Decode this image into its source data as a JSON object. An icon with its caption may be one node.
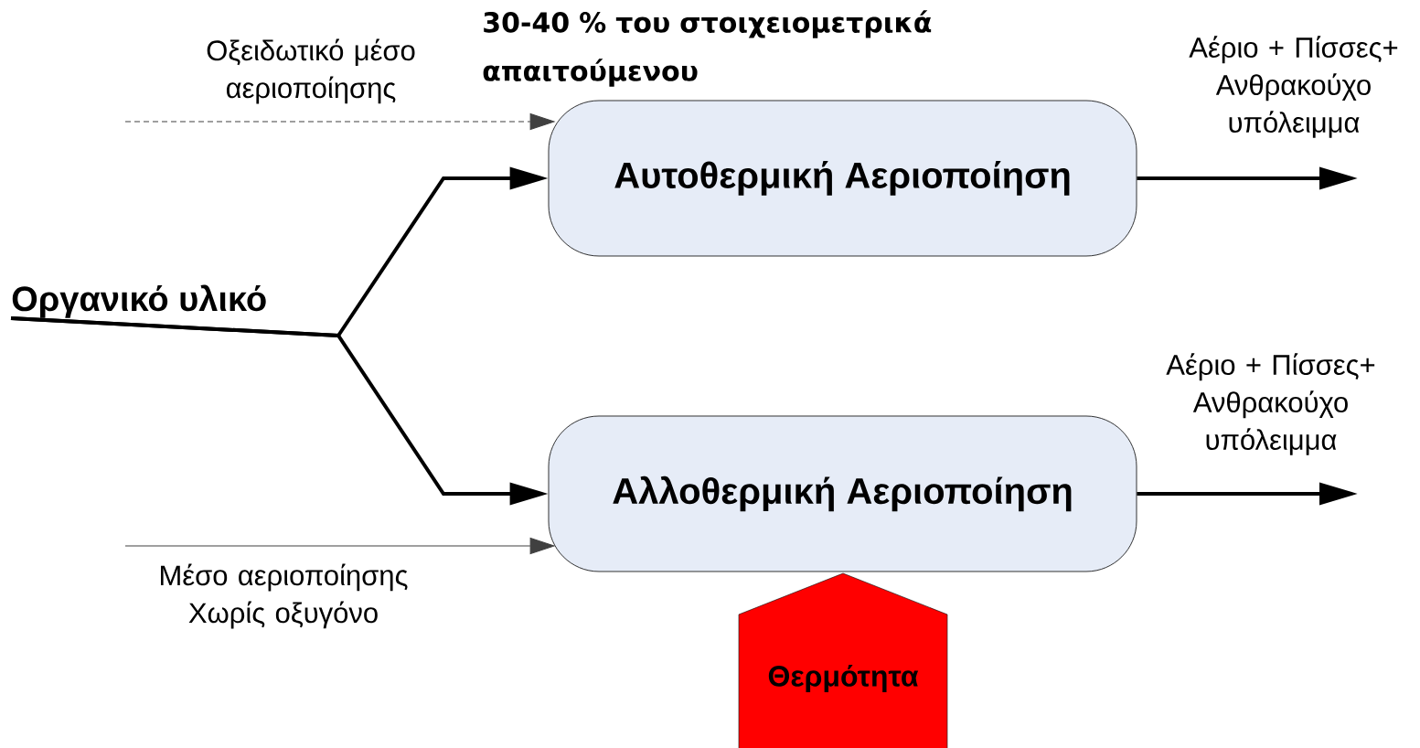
{
  "diagram": {
    "nodes": [
      {
        "text": [
          "Οργανικό υλικό"
        ]
      },
      {
        "text": [
          "Αυτοθερμική Αεριοποίηση"
        ],
        "beside": [
          "30-40 % του στοιχειομετρικά απαιτούμενου"
        ]
      },
      {
        "text": [
          "Αλλοθερμική Αεριοποίηση"
        ]
      },
      {
        "text": [
          "Θερμότητα"
        ]
      }
    ],
    "edges": [
      {
        "from": 0,
        "to": 1,
        "arrow": "to"
      },
      {
        "from": 0,
        "to": 2,
        "arrow": "to"
      },
      {
        "from": null,
        "to": 1,
        "arrow": "to",
        "style": "dashed",
        "color": "#404040",
        "label": "Οξειδωτικό μέσο αεριοποίησης"
      },
      {
        "from": null,
        "to": 2,
        "arrow": "to",
        "color": "#404040",
        "label": "Μέσο αεριοποίησης Χωρίς οξυγόνο"
      },
      {
        "from": 1,
        "to": null,
        "arrow": "to",
        "label": "Αέριο + Πίσσες+ Ανθρακούχο υπόλειμμα"
      },
      {
        "from": 2,
        "to": null,
        "arrow": "to",
        "label": "Αέριο + Πίσσες+ Ανθρακούχο υπόλειμμα"
      }
    ]
  }
}
